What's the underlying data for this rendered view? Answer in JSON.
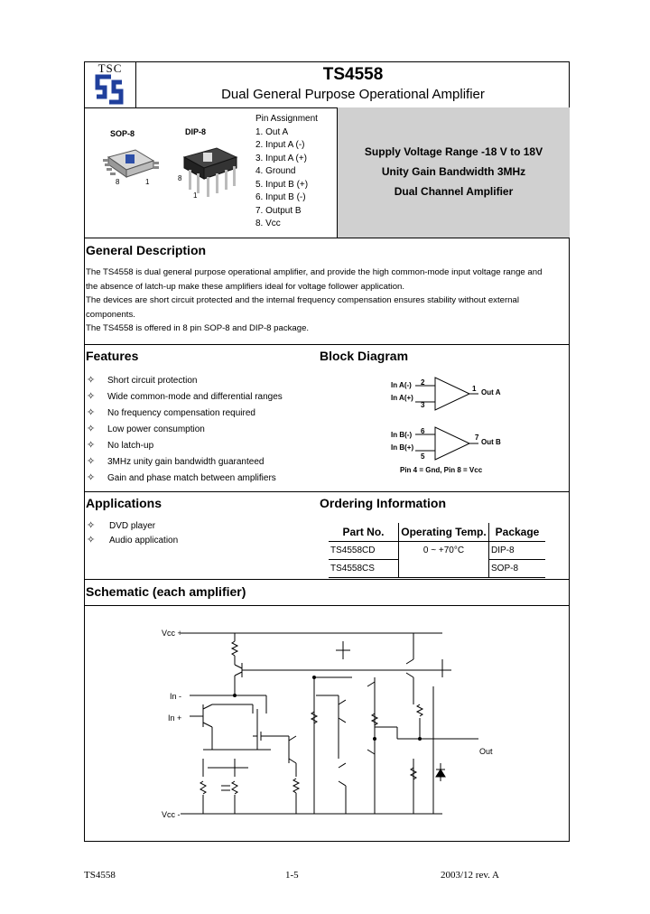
{
  "header": {
    "logo_text": "TSC",
    "part_number": "TS4558",
    "subtitle": "Dual General Purpose Operational Amplifier"
  },
  "packages": {
    "sop_label": "SOP-8",
    "dip_label": "DIP-8",
    "sop_pin_8": "8",
    "sop_pin_1": "1",
    "dip_pin_8": "8",
    "dip_pin_1": "1"
  },
  "pin_assignment": {
    "title": "Pin Assignment",
    "pins": [
      "1. Out A",
      "2. Input A (-)",
      "3. Input A (+)",
      "4. Ground",
      "5. Input B (+)",
      "6. Input B (-)",
      "7. Output B",
      "8. Vcc"
    ]
  },
  "highlights": [
    "Supply Voltage Range -18 V to 18V",
    "Unity Gain Bandwidth 3MHz",
    "Dual Channel Amplifier"
  ],
  "general_description": {
    "title": "General Description",
    "lines": [
      "The TS4558 is dual general purpose operational amplifier, and provide the high common-mode input voltage range and",
      "the absence of latch-up make these amplifiers ideal for voltage follower application.",
      "The devices are short circuit protected and the internal frequency compensation ensures stability without external",
      "components.",
      "The TS4558 is offered in 8 pin SOP-8 and DIP-8 package."
    ]
  },
  "features": {
    "title": "Features",
    "bullet_glyph": "✧",
    "items": [
      "Short circuit protection",
      "Wide common-mode and differential ranges",
      "No frequency compensation required",
      "Low power consumption",
      "No latch-up",
      "3MHz unity gain bandwidth guaranteed",
      "Gain and phase match between amplifiers"
    ]
  },
  "block_diagram": {
    "title": "Block Diagram",
    "amp_a": {
      "in_minus": "In A(-)",
      "in_plus": "In A(+)",
      "pin_minus": "2",
      "pin_plus": "3",
      "pin_out": "1",
      "out": "Out A"
    },
    "amp_b": {
      "in_minus": "In B(-)",
      "in_plus": "In B(+)",
      "pin_minus": "6",
      "pin_plus": "5",
      "pin_out": "7",
      "out": "Out B"
    },
    "note": "Pin 4 = Gnd, Pin 8 = Vcc"
  },
  "applications": {
    "title": "Applications",
    "items": [
      "DVD player",
      "Audio application"
    ]
  },
  "ordering": {
    "title": "Ordering Information",
    "headers": [
      "Part No.",
      "Operating Temp.",
      "Package"
    ],
    "rows": [
      [
        "TS4558CD",
        "0 ~ +70°C",
        "DIP-8"
      ],
      [
        "TS4558CS",
        "",
        "SOP-8"
      ]
    ]
  },
  "schematic": {
    "title": "Schematic (each amplifier)",
    "vcc_plus": "Vcc +",
    "in_minus": "In -",
    "in_plus": "In +",
    "vcc_minus": "Vcc -",
    "out": "Out"
  },
  "footer": {
    "left": "TS4558",
    "center": "1-5",
    "right": "2003/12 rev. A"
  }
}
